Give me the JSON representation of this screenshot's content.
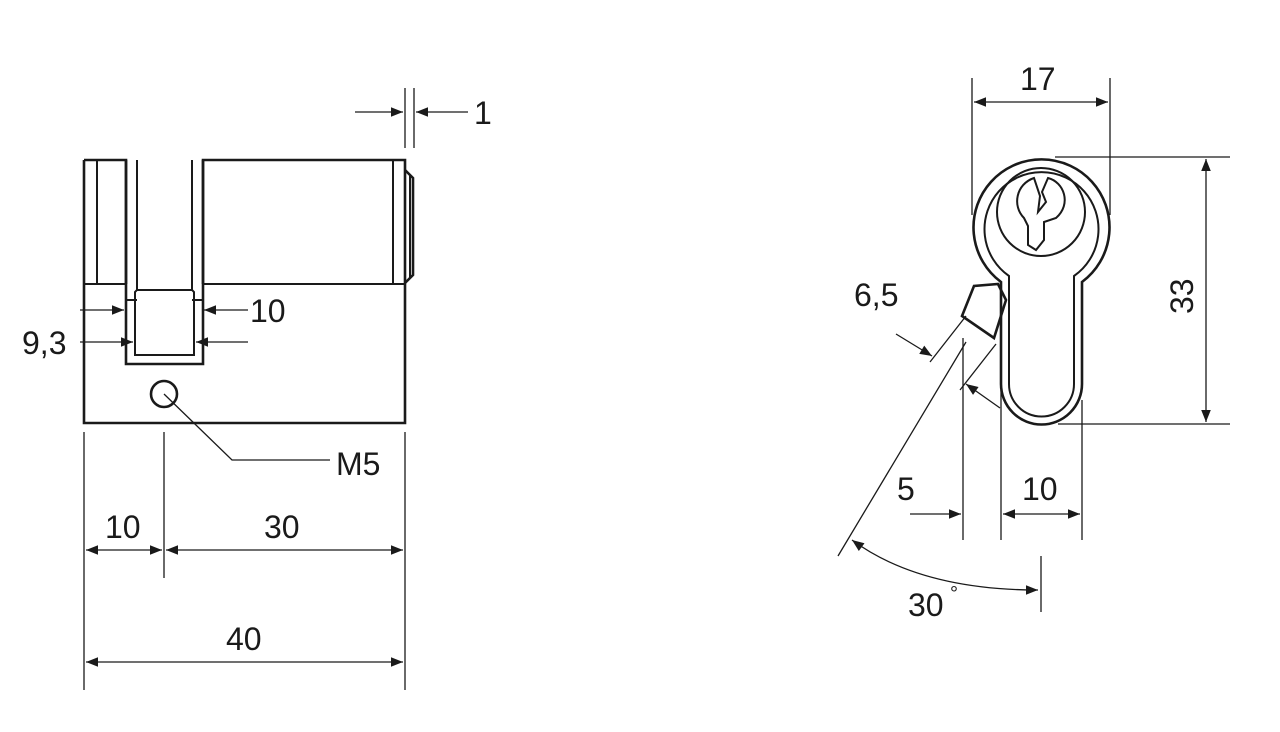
{
  "side_view": {
    "dim_1": "1",
    "dim_10_cam": "10",
    "dim_9_3": "9,3",
    "label_m5": "M5",
    "dim_10_left": "10",
    "dim_30": "30",
    "dim_40": "40"
  },
  "front_view": {
    "dim_17": "17",
    "dim_33": "33",
    "dim_6_5": "6,5",
    "dim_5": "5",
    "dim_10": "10",
    "angle_30": "30",
    "angle_unit": "°"
  }
}
